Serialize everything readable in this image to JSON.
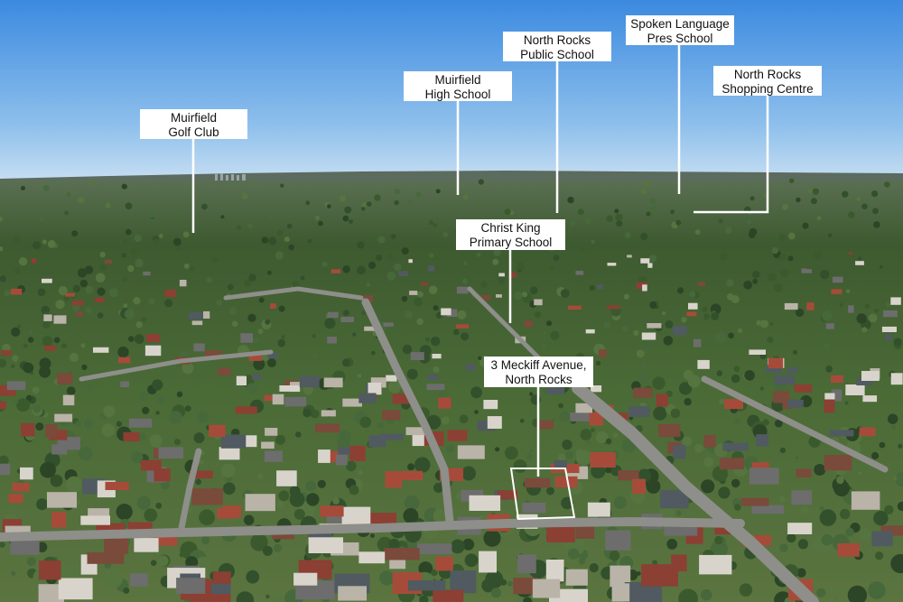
{
  "scene": {
    "description_colors": {
      "sky_top": "#3f8ee0",
      "sky_horizon": "#b8d6f2",
      "tree_dark": "#2f4a28",
      "tree_mid": "#4d6b35",
      "roof_red": "#a04a38",
      "road": "#8b8b8b"
    }
  },
  "labels": [
    {
      "id": "muirfield-golf-club",
      "line1": "Muirfield",
      "line2": "Golf Club"
    },
    {
      "id": "muirfield-high-school",
      "line1": "Muirfield",
      "line2": "High School"
    },
    {
      "id": "north-rocks-public-school",
      "line1": "North Rocks",
      "line2": "Public School"
    },
    {
      "id": "spoken-language-pres-school",
      "line1": "Spoken Language",
      "line2": "Pres School"
    },
    {
      "id": "north-rocks-shopping-centre",
      "line1": "North Rocks",
      "line2": "Shopping Centre"
    },
    {
      "id": "christ-king-primary-school",
      "line1": "Christ King",
      "line2": "Primary School"
    },
    {
      "id": "property-address",
      "line1": "3 Meckiff Avenue,",
      "line2": "North Rocks"
    }
  ]
}
